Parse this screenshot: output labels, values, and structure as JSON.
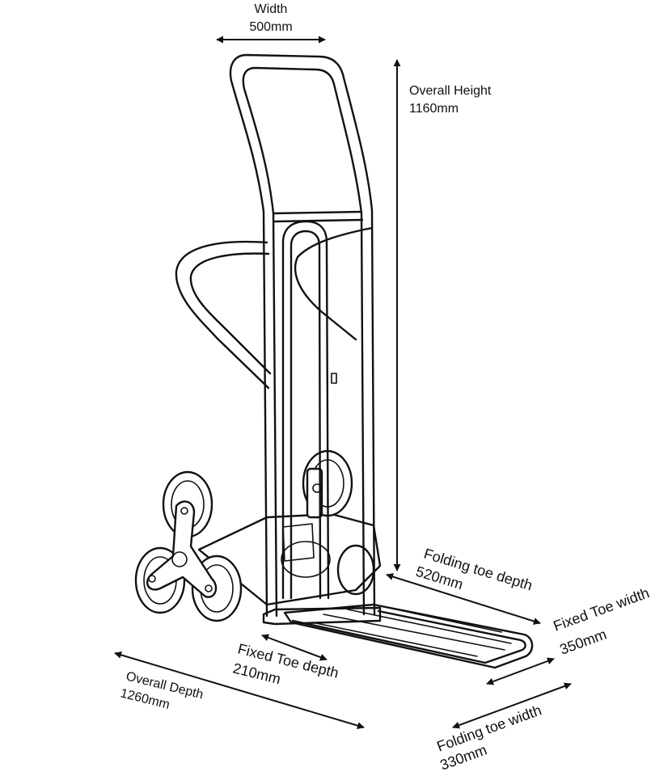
{
  "colors": {
    "line": "#111111",
    "background": "#ffffff"
  },
  "dimensions": {
    "width": {
      "label": "Width",
      "value": "500mm"
    },
    "height": {
      "label": "Overall Height",
      "value": "1160mm"
    },
    "folding_toe_depth": {
      "label": "Folding toe depth",
      "value": "520mm"
    },
    "fixed_toe_width": {
      "label": "Fixed Toe width",
      "value": "350mm"
    },
    "fixed_toe_depth": {
      "label": "Fixed Toe depth",
      "value": "210mm"
    },
    "overall_depth": {
      "label": "Overall Depth",
      "value": "1260mm"
    },
    "folding_toe_width": {
      "label": "Folding toe width",
      "value": "330mm"
    }
  }
}
